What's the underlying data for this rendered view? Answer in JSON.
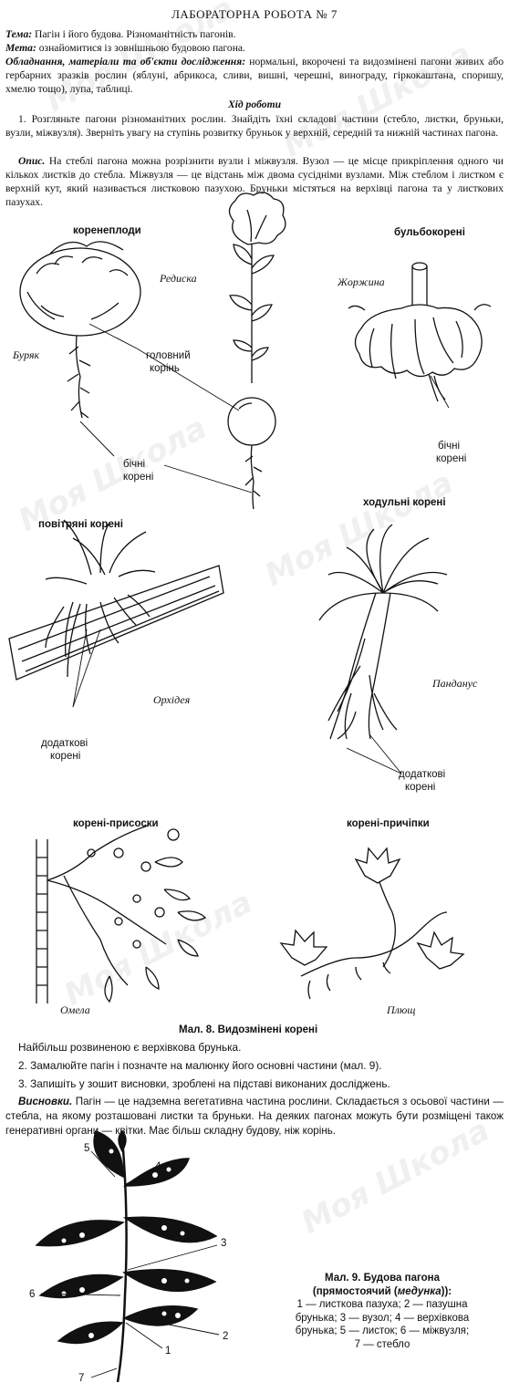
{
  "header": {
    "title": "ЛАБОРАТОРНА РОБОТА № 7"
  },
  "meta": {
    "topic_label": "Тема:",
    "topic_text": " Пагін і його будова. Різноманітність пагонів.",
    "goal_label": "Мета:",
    "goal_text": " ознайомитися із зовнішньою будовою пагона.",
    "equipment_label": "Обладнання, матеріали та об'єкти дослідження:",
    "equipment_text": " нормальні, вкорочені та видозмінені пагони живих або гербарних зразків рослин (яблуні, абрикоса, сливи, вишні, черешні, винограду, гіркокаштана, споришу, хмелю тощо), лупа, таблиці."
  },
  "procedure": {
    "heading": "Хід роботи",
    "step1": "1. Розгляньте пагони різноманітних рослин. Знайдіть їхні складові частини (стебло, листки, бруньки, вузли, міжвузля). Зверніть увагу на ступінь розвитку бруньок у верхній, середній та нижній частинах пагона.",
    "desc_label": "Опис.",
    "desc_text": " На стеблі пагона можна розрізнити вузли і міжвузля. Вузол — це місце прикріплення одного чи кількох листків до стебла. Міжвузля — це відстань між двома сусідніми вузлами. Між стеблом і листком є верхній кут, який називається листковою пазухою. Бруньки містяться на верхівці пагона та у листкових пазухах."
  },
  "figure8": {
    "root_crops": "коренеплоди",
    "beet": "Буряк",
    "radish": "Редиска",
    "main_root": [
      "головний",
      "корінь"
    ],
    "lateral_roots": [
      "бічні",
      "корені"
    ],
    "tuber_roots": "бульбокорені",
    "dahlia": "Жоржина",
    "dahlia_lateral": [
      "бічні",
      "корені"
    ],
    "aerial_roots": "повітряні корені",
    "orchid": "Орхідея",
    "orchid_adventitious": [
      "додаткові",
      "корені"
    ],
    "stilt_roots": "ходульні корені",
    "pandanus": "Панданус",
    "pandanus_adventitious": [
      "додаткові",
      "корені"
    ],
    "sucker_roots": "корені-присоски",
    "mistletoe": "Омела",
    "clinging_roots": "корені-причіпки",
    "ivy": "Плющ",
    "caption": "Мал. 8. Видозмінені корені"
  },
  "after_figure": {
    "note": "Найбільш розвиненою є верхівкова брунька.",
    "step2": "2. Замалюйте пагін і позначте на малюнку його основні частини (мал. 9).",
    "step3": "3. Запишіть у зошит висновки, зроблені на підставі виконаних досліджень."
  },
  "conclusions": {
    "label": "Висновки.",
    "text": " Пагін — це надземна вегетативна частина рослини. Складається з осьової частини — стебла, на якому розташовані листки та бруньки. На деяких пагонах можуть бути розміщені також генеративні органи — квітки. Має більш складну будову, ніж корінь."
  },
  "figure9": {
    "numbers": [
      "5",
      "4",
      "3",
      "6",
      "2",
      "1",
      "7"
    ],
    "caption_line1": "Мал. 9. Будова пагона",
    "caption_line2_pre": "(прямостоячий (",
    "caption_line2_it": "медунка",
    "caption_line2_post": ")):",
    "legend": [
      "1 — листкова пазуха; 2 — пазушна",
      "брунька; 3 — вузол; 4 — верхівкова",
      "брунька; 5 — листок; 6 — міжвузля;",
      "7 — стебло"
    ]
  },
  "watermark": {
    "text": "Моя Школа"
  }
}
